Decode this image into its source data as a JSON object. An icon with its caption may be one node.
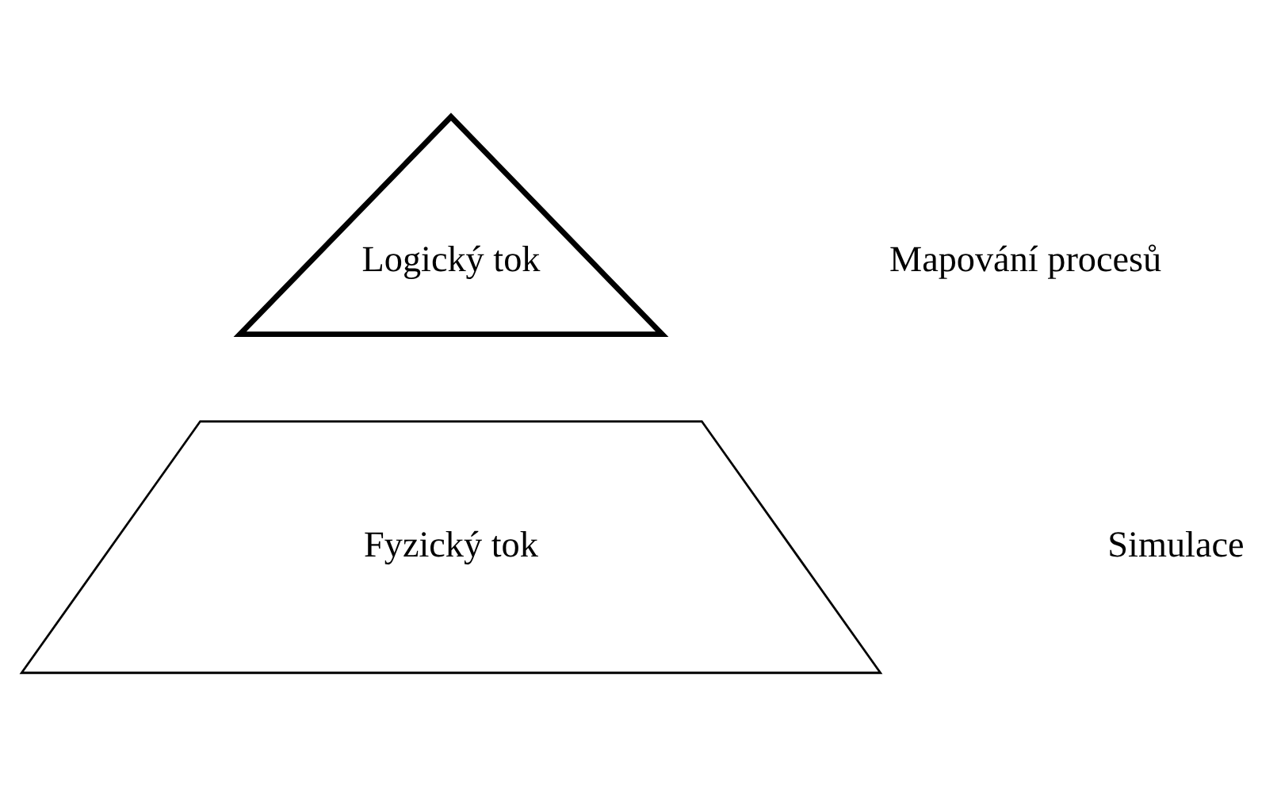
{
  "diagram": {
    "nodes": [
      {
        "text": [
          "Logický tok"
        ]
      },
      {
        "text": [
          "Fyzický tok"
        ]
      }
    ],
    "labels": [
      "Mapování procesů",
      "Simulace"
    ]
  }
}
